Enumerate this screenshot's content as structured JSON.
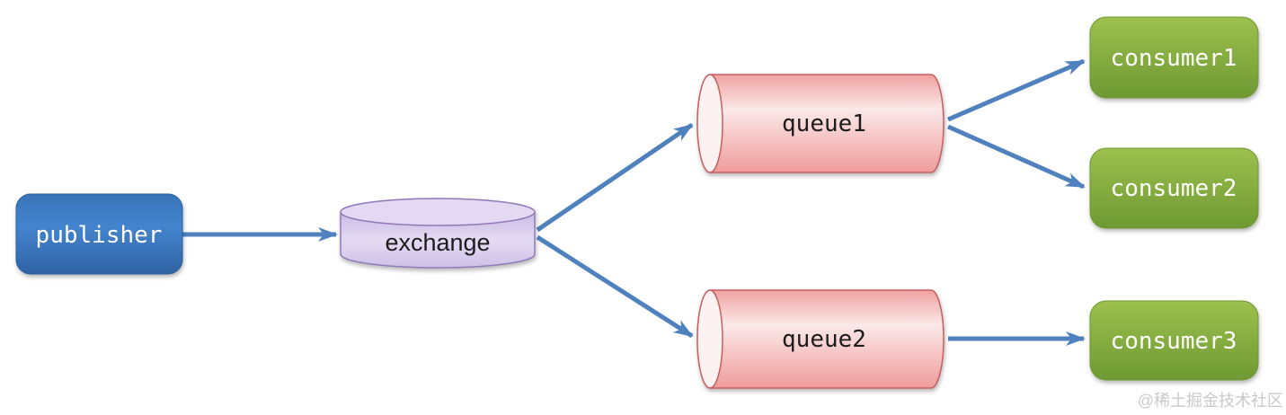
{
  "diagram_type": "message-queue-fanout-diagram",
  "nodes": {
    "publisher": {
      "label": "publisher",
      "shape": "rounded-rect",
      "fill": "#3973B8",
      "text_color": "#ffffff"
    },
    "exchange": {
      "label": "exchange",
      "shape": "vertical-cylinder",
      "fill": "#D9CCEE",
      "text_color": "#1a1a1a"
    },
    "queue1": {
      "label": "queue1",
      "shape": "horizontal-cylinder",
      "fill": "#F5A3A3",
      "text_color": "#1a1a1a"
    },
    "queue2": {
      "label": "queue2",
      "shape": "horizontal-cylinder",
      "fill": "#F5A3A3",
      "text_color": "#1a1a1a"
    },
    "consumer1": {
      "label": "consumer1",
      "shape": "rounded-rect",
      "fill": "#84AC3C",
      "text_color": "#ffffff"
    },
    "consumer2": {
      "label": "consumer2",
      "shape": "rounded-rect",
      "fill": "#84AC3C",
      "text_color": "#ffffff"
    },
    "consumer3": {
      "label": "consumer3",
      "shape": "rounded-rect",
      "fill": "#84AC3C",
      "text_color": "#ffffff"
    }
  },
  "edges": [
    {
      "from": "publisher",
      "to": "exchange"
    },
    {
      "from": "exchange",
      "to": "queue1"
    },
    {
      "from": "exchange",
      "to": "queue2"
    },
    {
      "from": "queue1",
      "to": "consumer1"
    },
    {
      "from": "queue1",
      "to": "consumer2"
    },
    {
      "from": "queue2",
      "to": "consumer3"
    }
  ],
  "colors": {
    "arrow": "#4E81BD",
    "publisher_blue": "#3973B8",
    "consumer_green": "#84AC3C",
    "queue_pink": "#F5A3A3",
    "queue_border": "#C4605E",
    "exchange_purple": "#D9CCEE",
    "exchange_border": "#8E7AB8",
    "watermark_gray": "#C9C9C9"
  },
  "watermark": "@稀土掘金技术社区"
}
